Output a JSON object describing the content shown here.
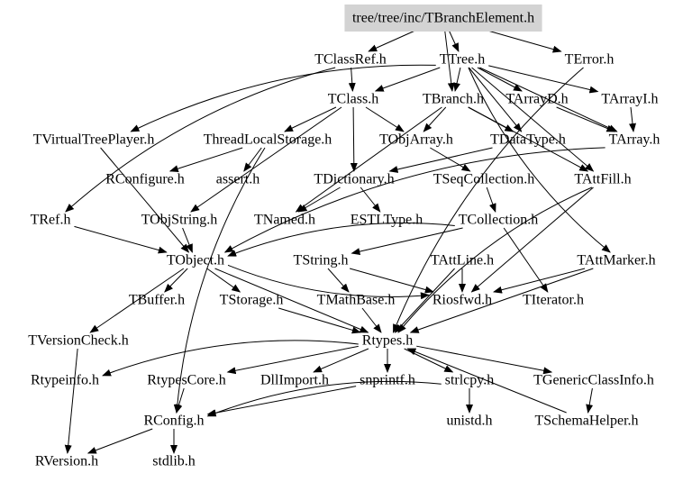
{
  "diagram": {
    "type": "include-dependency-graph",
    "root": "tree/tree/inc/TBranchElement.h",
    "root_fill": "#d3d3d3",
    "edge_color": "#000000",
    "nodes": [
      {
        "id": "root",
        "label": "tree/tree/inc/TBranchElement.h"
      },
      {
        "id": "TClassRef",
        "label": "TClassRef.h"
      },
      {
        "id": "TTree",
        "label": "TTree.h"
      },
      {
        "id": "TError",
        "label": "TError.h"
      },
      {
        "id": "TClass",
        "label": "TClass.h"
      },
      {
        "id": "TBranch",
        "label": "TBranch.h"
      },
      {
        "id": "TArrayD",
        "label": "TArrayD.h"
      },
      {
        "id": "TArrayI",
        "label": "TArrayI.h"
      },
      {
        "id": "TVirtualTreePlayer",
        "label": "TVirtualTreePlayer.h"
      },
      {
        "id": "ThreadLocalStorage",
        "label": "ThreadLocalStorage.h"
      },
      {
        "id": "TObjArray",
        "label": "TObjArray.h"
      },
      {
        "id": "TDataType",
        "label": "TDataType.h"
      },
      {
        "id": "TArray",
        "label": "TArray.h"
      },
      {
        "id": "RConfigure",
        "label": "RConfigure.h"
      },
      {
        "id": "assert",
        "label": "assert.h"
      },
      {
        "id": "TDictionary",
        "label": "TDictionary.h"
      },
      {
        "id": "TSeqCollection",
        "label": "TSeqCollection.h"
      },
      {
        "id": "TAttFill",
        "label": "TAttFill.h"
      },
      {
        "id": "TRef",
        "label": "TRef.h"
      },
      {
        "id": "TObjString",
        "label": "TObjString.h"
      },
      {
        "id": "TNamed",
        "label": "TNamed.h"
      },
      {
        "id": "ESTLType",
        "label": "ESTLType.h"
      },
      {
        "id": "TCollection",
        "label": "TCollection.h"
      },
      {
        "id": "TObject",
        "label": "TObject.h"
      },
      {
        "id": "TString",
        "label": "TString.h"
      },
      {
        "id": "TAttLine",
        "label": "TAttLine.h"
      },
      {
        "id": "TAttMarker",
        "label": "TAttMarker.h"
      },
      {
        "id": "TBuffer",
        "label": "TBuffer.h"
      },
      {
        "id": "TStorage",
        "label": "TStorage.h"
      },
      {
        "id": "TMathBase",
        "label": "TMathBase.h"
      },
      {
        "id": "Riosfwd",
        "label": "Riosfwd.h"
      },
      {
        "id": "TIterator",
        "label": "TIterator.h"
      },
      {
        "id": "TVersionCheck",
        "label": "TVersionCheck.h"
      },
      {
        "id": "Rtypes",
        "label": "Rtypes.h"
      },
      {
        "id": "Rtypeinfo",
        "label": "Rtypeinfo.h"
      },
      {
        "id": "RtypesCore",
        "label": "RtypesCore.h"
      },
      {
        "id": "DllImport",
        "label": "DllImport.h"
      },
      {
        "id": "snprintf",
        "label": "snprintf.h"
      },
      {
        "id": "strlcpy",
        "label": "strlcpy.h"
      },
      {
        "id": "TGenericClassInfo",
        "label": "TGenericClassInfo.h"
      },
      {
        "id": "RConfig",
        "label": "RConfig.h"
      },
      {
        "id": "unistd",
        "label": "unistd.h"
      },
      {
        "id": "TSchemaHelper",
        "label": "TSchemaHelper.h"
      },
      {
        "id": "RVersion",
        "label": "RVersion.h"
      },
      {
        "id": "stdlib",
        "label": "stdlib.h"
      }
    ],
    "edges": [
      {
        "from": "root",
        "to": "TClassRef"
      },
      {
        "from": "root",
        "to": "TTree"
      },
      {
        "from": "root",
        "to": "TError"
      },
      {
        "from": "root",
        "to": "TBranch"
      },
      {
        "from": "TTree",
        "to": "TClass"
      },
      {
        "from": "TTree",
        "to": "TBranch"
      },
      {
        "from": "TTree",
        "to": "TArrayD"
      },
      {
        "from": "TTree",
        "to": "TArrayI"
      },
      {
        "from": "TTree",
        "to": "TVirtualTreePlayer"
      },
      {
        "from": "TTree",
        "to": "TDataType"
      },
      {
        "from": "TTree",
        "to": "TArray"
      },
      {
        "from": "TTree",
        "to": "TAttFill"
      },
      {
        "from": "TTree",
        "to": "TAttMarker"
      },
      {
        "from": "TClassRef",
        "to": "TClass"
      },
      {
        "from": "TClassRef",
        "to": "TRef"
      },
      {
        "from": "TError",
        "to": "Rtypes"
      },
      {
        "from": "TClass",
        "to": "ThreadLocalStorage"
      },
      {
        "from": "TClass",
        "to": "TObjArray"
      },
      {
        "from": "TClass",
        "to": "TDictionary"
      },
      {
        "from": "TClass",
        "to": "TObjString"
      },
      {
        "from": "TBranch",
        "to": "TObjArray"
      },
      {
        "from": "TBranch",
        "to": "TDataType"
      },
      {
        "from": "TBranch",
        "to": "TAttFill"
      },
      {
        "from": "TBranch",
        "to": "TNamed"
      },
      {
        "from": "TArrayD",
        "to": "TArray"
      },
      {
        "from": "TArrayI",
        "to": "TArray"
      },
      {
        "from": "ThreadLocalStorage",
        "to": "RConfigure"
      },
      {
        "from": "ThreadLocalStorage",
        "to": "assert"
      },
      {
        "from": "ThreadLocalStorage",
        "to": "RConfig"
      },
      {
        "from": "TObjArray",
        "to": "TSeqCollection"
      },
      {
        "from": "TDataType",
        "to": "TDictionary"
      },
      {
        "from": "TArray",
        "to": "TObject"
      },
      {
        "from": "TDictionary",
        "to": "TNamed"
      },
      {
        "from": "TDictionary",
        "to": "ESTLType"
      },
      {
        "from": "TSeqCollection",
        "to": "TCollection"
      },
      {
        "from": "TVirtualTreePlayer",
        "to": "TObject"
      },
      {
        "from": "TRef",
        "to": "TObject"
      },
      {
        "from": "TObjString",
        "to": "TObject"
      },
      {
        "from": "TCollection",
        "to": "TObject"
      },
      {
        "from": "TCollection",
        "to": "TString"
      },
      {
        "from": "TCollection",
        "to": "TIterator"
      },
      {
        "from": "TAttFill",
        "to": "Riosfwd"
      },
      {
        "from": "TAttFill",
        "to": "Rtypes"
      },
      {
        "from": "TAttLine",
        "to": "Riosfwd"
      },
      {
        "from": "TAttLine",
        "to": "Rtypes"
      },
      {
        "from": "TAttMarker",
        "to": "Riosfwd"
      },
      {
        "from": "TAttMarker",
        "to": "Rtypes"
      },
      {
        "from": "TObject",
        "to": "TBuffer"
      },
      {
        "from": "TObject",
        "to": "TStorage"
      },
      {
        "from": "TObject",
        "to": "Riosfwd"
      },
      {
        "from": "TObject",
        "to": "TVersionCheck"
      },
      {
        "from": "TObject",
        "to": "Rtypes"
      },
      {
        "from": "TString",
        "to": "Riosfwd"
      },
      {
        "from": "TString",
        "to": "TMathBase"
      },
      {
        "from": "TStorage",
        "to": "Rtypes"
      },
      {
        "from": "TMathBase",
        "to": "Rtypes"
      },
      {
        "from": "TVersionCheck",
        "to": "RVersion"
      },
      {
        "from": "Rtypes",
        "to": "Rtypeinfo"
      },
      {
        "from": "Rtypes",
        "to": "RtypesCore"
      },
      {
        "from": "Rtypes",
        "to": "DllImport"
      },
      {
        "from": "Rtypes",
        "to": "snprintf"
      },
      {
        "from": "Rtypes",
        "to": "strlcpy"
      },
      {
        "from": "Rtypes",
        "to": "TGenericClassInfo"
      },
      {
        "from": "TSchemaHelper",
        "to": "Rtypes"
      },
      {
        "from": "RtypesCore",
        "to": "RConfig"
      },
      {
        "from": "snprintf",
        "to": "RConfig"
      },
      {
        "from": "strlcpy",
        "to": "RConfig"
      },
      {
        "from": "strlcpy",
        "to": "unistd"
      },
      {
        "from": "RConfig",
        "to": "RVersion"
      },
      {
        "from": "RConfig",
        "to": "stdlib"
      },
      {
        "from": "TGenericClassInfo",
        "to": "TSchemaHelper"
      }
    ]
  }
}
